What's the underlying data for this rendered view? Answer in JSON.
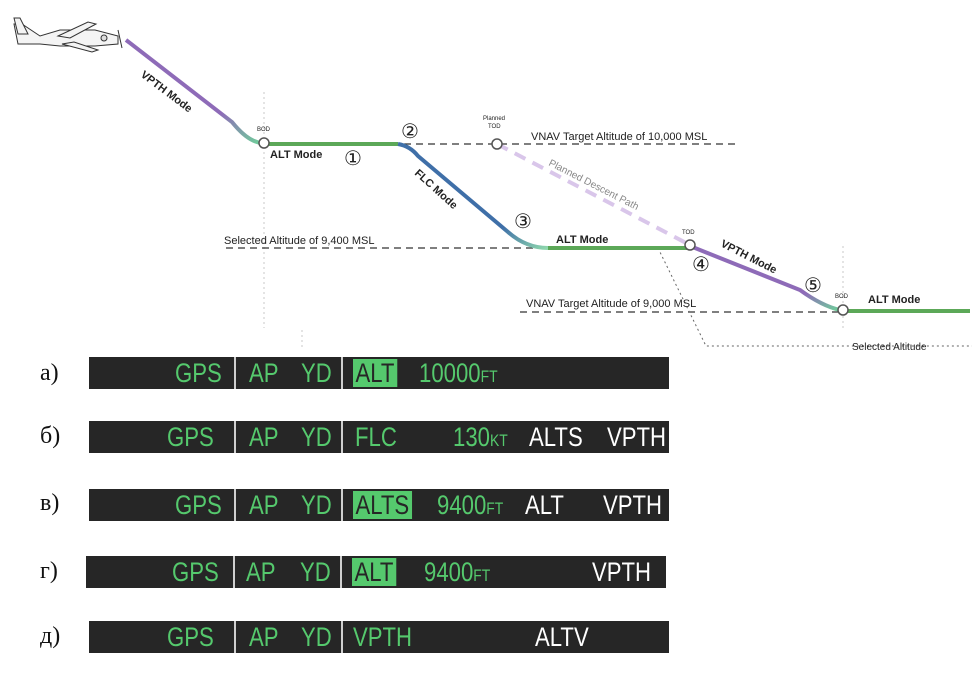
{
  "diagram": {
    "labels": {
      "vpth_mode_1": "VPTH Mode",
      "bod_1": "BOD",
      "alt_mode_1": "ALT Mode",
      "circle_1": "①",
      "circle_2": "②",
      "planned_tod": "Planned",
      "planned_tod_2": "TOD",
      "vnav_target_10000": "VNAV Target Altitude of 10,000 MSL",
      "planned_descent_path": "Planned Descent Path",
      "flc_mode": "FLC Mode",
      "circle_3": "③",
      "selected_altitude_9400": "Selected Altitude of 9,400 MSL",
      "alt_mode_2": "ALT Mode",
      "tod": "TOD",
      "circle_4": "④",
      "vpth_mode_2": "VPTH Mode",
      "circle_5": "⑤",
      "vnav_target_9000": "VNAV Target Altitude of 9,000 MSL",
      "bod_2": "BOD",
      "alt_mode_3": "ALT Mode",
      "selected_altitude": "Selected Altitude"
    },
    "colors": {
      "vpth": "#8e6bb8",
      "alt": "#5ca858",
      "flc": "#3f6fa8",
      "transition": "#7fd3a6",
      "planned": "#d9c6ea"
    }
  },
  "strips": [
    {
      "row_label": "а)",
      "gps": "GPS",
      "ap": "AP",
      "yd": "YD",
      "mode": "ALT",
      "value": "10000",
      "unit": "FT",
      "armed1": "",
      "armed2": ""
    },
    {
      "row_label": "б)",
      "gps": "GPS",
      "ap": "AP",
      "yd": "YD",
      "mode": "FLC",
      "value": "130",
      "unit": "KT",
      "armed1": "ALTS",
      "armed2": "VPTH"
    },
    {
      "row_label": "в)",
      "gps": "GPS",
      "ap": "AP",
      "yd": "YD",
      "mode": "ALTS",
      "value": "9400",
      "unit": "FT",
      "armed1": "ALT",
      "armed2": "VPTH"
    },
    {
      "row_label": "г)",
      "gps": "GPS",
      "ap": "AP",
      "yd": "YD",
      "mode": "ALT",
      "value": "9400",
      "unit": "FT",
      "armed1": "",
      "armed2": "VPTH"
    },
    {
      "row_label": "д)",
      "gps": "GPS",
      "ap": "AP",
      "yd": "YD",
      "mode": "VPTH",
      "value": "",
      "unit": "",
      "armed1": "ALTV",
      "armed2": ""
    }
  ]
}
